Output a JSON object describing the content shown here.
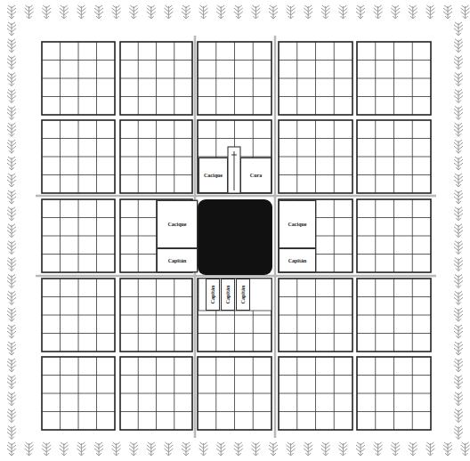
{
  "diagram": {
    "nodes": [
      {
        "text": [
          "Cacique"
        ]
      },
      {
        "text": [
          "Cura"
        ]
      },
      {
        "text": [
          "Cacique"
        ]
      },
      {
        "text": [
          "Capitán"
        ]
      },
      {
        "text": [
          "Cacique"
        ]
      },
      {
        "text": [
          "Capitán"
        ]
      },
      {
        "text": [
          "Capitán"
        ]
      },
      {
        "text": [
          "Capitán"
        ]
      },
      {
        "text": [
          "Capitán"
        ]
      }
    ]
  }
}
